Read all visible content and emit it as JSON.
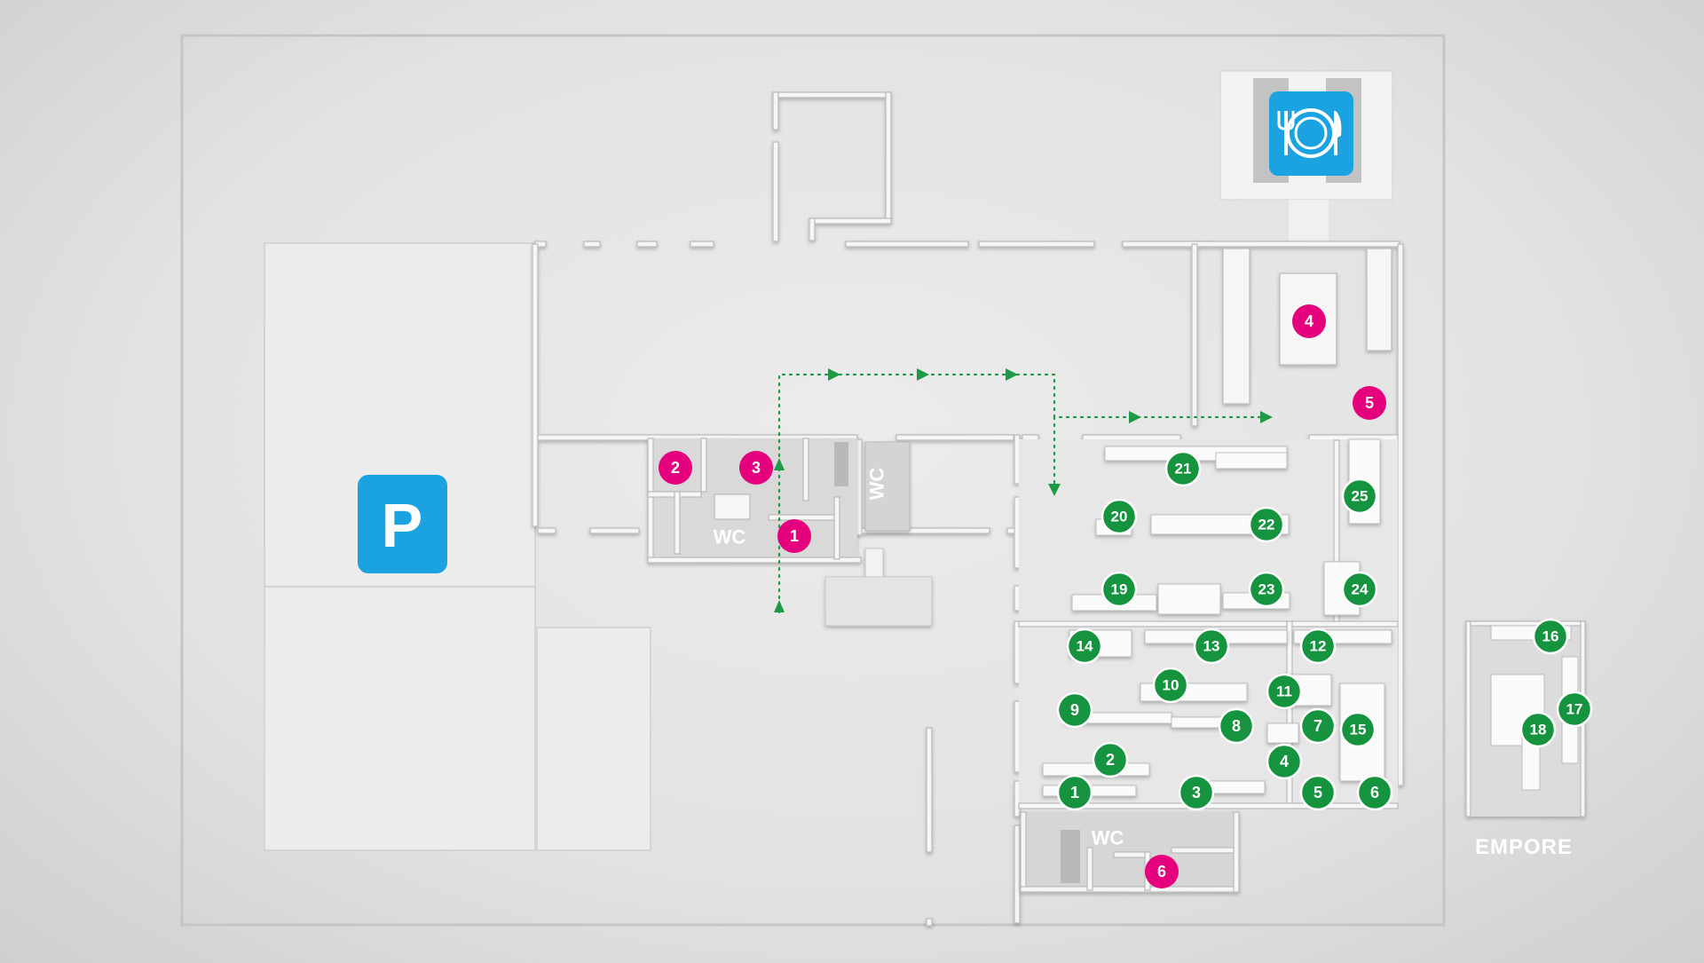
{
  "parking": {
    "icon": "parking-icon",
    "label": "P",
    "color": "#1aa3e0"
  },
  "restaurant": {
    "icon": "restaurant-icon",
    "color": "#1aa3e0"
  },
  "wc_labels": [
    "WC",
    "WC",
    "WC"
  ],
  "empore_label": "EMPORE",
  "colors": {
    "info_marker": "#e5007d",
    "station_marker": "#16933f",
    "route": "#1d9a45"
  },
  "info_markers": [
    "1",
    "2",
    "3",
    "4",
    "5",
    "6"
  ],
  "station_markers": [
    "1",
    "2",
    "3",
    "4",
    "5",
    "6",
    "7",
    "8",
    "9",
    "10",
    "11",
    "12",
    "13",
    "14",
    "15",
    "16",
    "17",
    "18",
    "19",
    "20",
    "21",
    "22",
    "23",
    "24",
    "25"
  ]
}
